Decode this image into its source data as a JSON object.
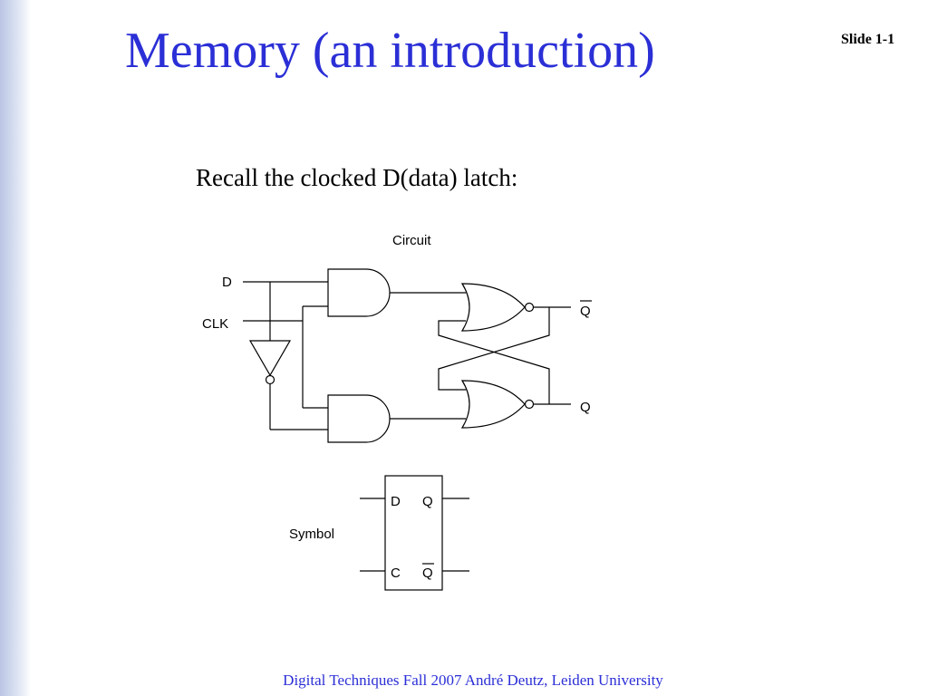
{
  "slide": {
    "title": "Memory (an introduction)",
    "slide_number": "Slide 1-1",
    "intro_text": "Recall the clocked D(data) latch:",
    "footer": "Digital Techniques Fall 2007 André Deutz, Leiden University",
    "colors": {
      "title": "#2b2fd6",
      "footer": "#2b2fd6",
      "side_bar": "#b9c5e4"
    }
  },
  "circuit": {
    "heading": "Circuit",
    "input_d": "D",
    "input_clk": "CLK",
    "output_q_bar": "Q",
    "output_q": "Q"
  },
  "symbol": {
    "label": "Symbol",
    "pin_d": "D",
    "pin_q": "Q",
    "pin_c": "C",
    "pin_q_bar": "Q"
  }
}
